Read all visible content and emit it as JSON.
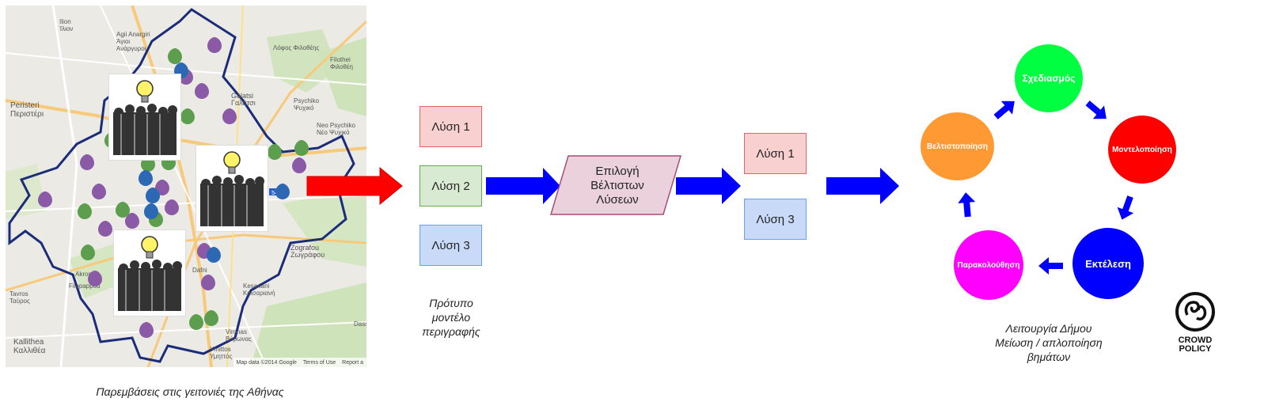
{
  "map": {
    "credits": [
      "Map data ©2014 Google",
      "Terms of Use",
      "Report a"
    ],
    "labels": [
      {
        "lines": [
          "Ilion",
          "Ίλιον"
        ]
      },
      {
        "lines": [
          "Agii Anargiri",
          "Άγιοι",
          "Ανάργυροι"
        ]
      },
      {
        "lines": [
          "Filothei",
          "Φιλοθέη"
        ]
      },
      {
        "lines": [
          "Λόφος Φιλοθέης"
        ]
      },
      {
        "lines": [
          "Peristeri",
          "Περιστέρι"
        ]
      },
      {
        "lines": [
          "Galatsi",
          "Γαλάτσι"
        ]
      },
      {
        "lines": [
          "Psychiko",
          "Ψυχικό"
        ]
      },
      {
        "lines": [
          "Neo Psychiko",
          "Νέο Ψυχικό"
        ]
      },
      {
        "lines": [
          "Zografou",
          "Ζωγράφου"
        ]
      },
      {
        "lines": [
          "Kesariani",
          "Καισαριανή"
        ]
      },
      {
        "lines": [
          "Kallithea",
          "Καλλιθέα"
        ]
      },
      {
        "lines": [
          "Vironas",
          "Βύρωνας"
        ]
      },
      {
        "lines": [
          "Tavros",
          "Ταύρος"
        ]
      },
      {
        "lines": [
          "Ymittos",
          "Υμηττός"
        ]
      },
      {
        "lines": [
          "Akropoli"
        ]
      },
      {
        "lines": [
          "Filopappou"
        ]
      },
      {
        "lines": [
          "Dafni"
        ]
      },
      {
        "lines": [
          "Dass"
        ]
      }
    ]
  },
  "caption_map": "Παρεμβάσεις στις γειτονιές της Αθήνας",
  "solutions_left": [
    "Λύση 1",
    "Λύση 2",
    "Λύση 3"
  ],
  "caption_model": [
    "Πρότυπο",
    "μοντέλο",
    "περιγραφής"
  ],
  "selection": [
    "Επιλογή",
    "Βέλτιστων",
    "Λύσεων"
  ],
  "solutions_right": [
    "Λύση 1",
    "Λύση 3"
  ],
  "cycle": {
    "top": "Σχεδιασμός",
    "right": "Μοντελοποίηση",
    "bottom_right": "Εκτέλεση",
    "bottom_left": "Παρακολούθηση",
    "left": "Βελτιστοποίηση"
  },
  "caption_cycle": [
    "Λειτουργία Δήμου",
    "Μείωση / απλοποίηση",
    "βημάτων"
  ],
  "logo": [
    "CROWD",
    "POLICY"
  ],
  "colors": {
    "red_box_fill": "#f8d0d0",
    "red_box_border": "#e06666",
    "green_box_fill": "#d9ead3",
    "green_box_border": "#6aa84f",
    "blue_box_fill": "#c9daf8",
    "blue_box_border": "#6d9eeb",
    "pink_fill": "#ead1dc",
    "pink_border": "#a64d79",
    "arrow_blue": "#0000ff",
    "arrow_red": "#ff0000",
    "green_circle": "#00ff40",
    "red_circle": "#ff0000",
    "blue_circle": "#0000ff",
    "magenta_circle": "#ff00ff",
    "orange_circle": "#ff9933"
  }
}
